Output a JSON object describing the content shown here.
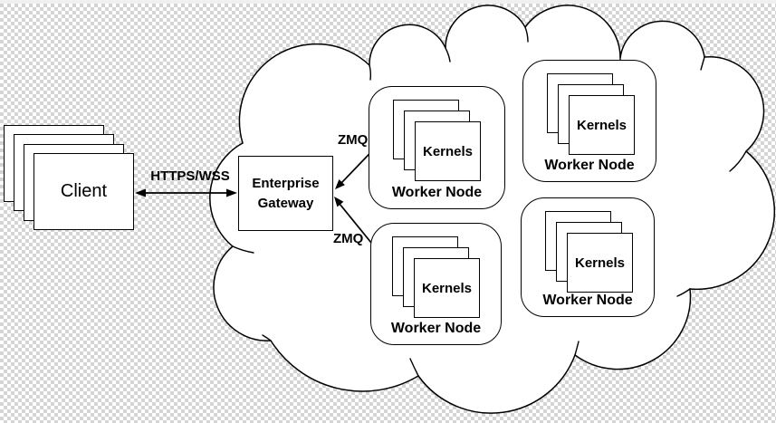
{
  "background": {
    "checker_light": "#ffffff",
    "checker_dark": "#d4d4d4",
    "top_strip": "#f0f0f0"
  },
  "colors": {
    "line": "#000000",
    "shape_fill": "#ffffff"
  },
  "client": {
    "label": "Client"
  },
  "gateway": {
    "line1": "Enterprise",
    "line2": "Gateway"
  },
  "links": {
    "https_label": "HTTPS/WSS",
    "zmq_top_label": "ZMQ",
    "zmq_bottom_label": "ZMQ"
  },
  "worker_nodes": [
    {
      "id": "top-middle",
      "label": "Worker Node",
      "kernels_label": "Kernels"
    },
    {
      "id": "top-right",
      "label": "Worker Node",
      "kernels_label": "Kernels"
    },
    {
      "id": "bottom-middle",
      "label": "Worker Node",
      "kernels_label": "Kernels"
    },
    {
      "id": "bottom-right",
      "label": "Worker Node",
      "kernels_label": "Kernels"
    }
  ]
}
